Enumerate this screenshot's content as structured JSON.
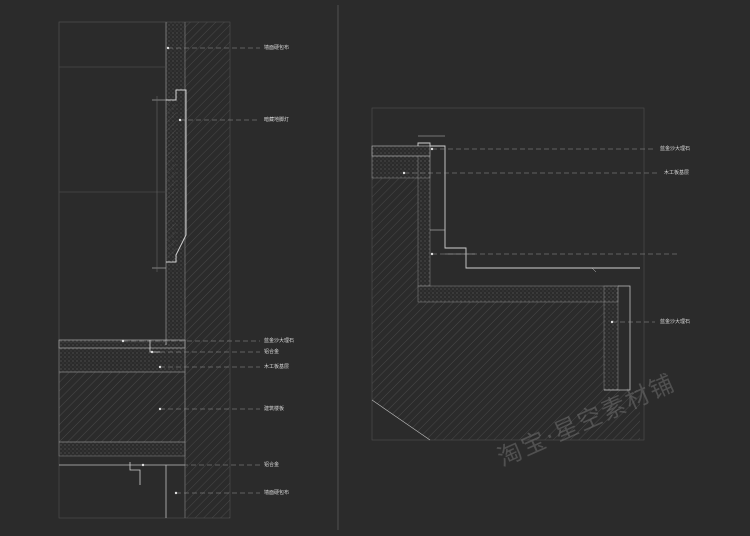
{
  "colors": {
    "background": "#2b2b2b",
    "line": "#bfbfbf",
    "dashed": "#9a9a9a",
    "hatch": "#5c5c5c",
    "label": "#d8d8d8"
  },
  "left_detail": {
    "labels": {
      "wall_fabric_top": "墙面硬包布",
      "hidden_lamp": "暗藏地脚灯",
      "marble_1": "蓝金沙大理石",
      "alloy_1": "铝合金",
      "wood_base_1": "木工板基层",
      "building_floor": "建筑楼板",
      "alloy_2": "铝合金",
      "wall_fabric_bottom": "墙面硬包布"
    }
  },
  "right_detail": {
    "labels": {
      "marble_top": "蓝金沙大理石",
      "wood_base": "木工板基层",
      "marble_side": "蓝金沙大理石"
    }
  },
  "watermark": "淘宝·星空素材铺"
}
